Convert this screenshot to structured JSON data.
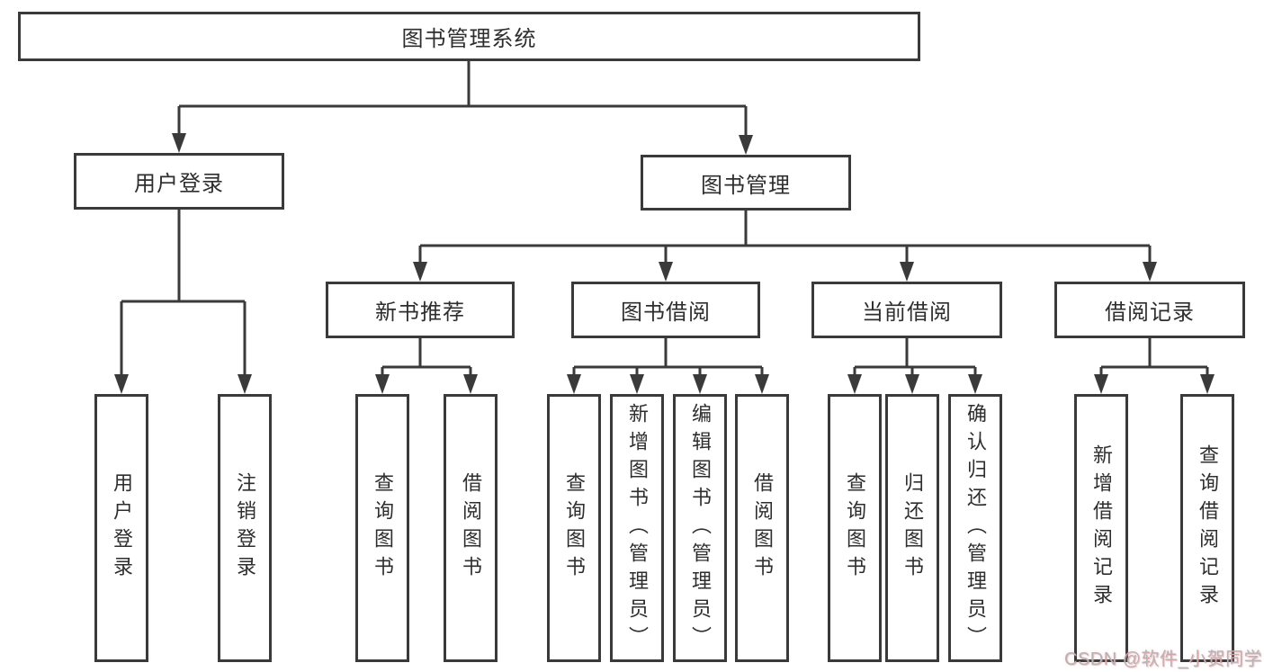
{
  "tree": {
    "root": {
      "label": "图书管理系统"
    },
    "branches": [
      {
        "label": "用户登录",
        "children": [
          {
            "label": "用户登录"
          },
          {
            "label": "注销登录"
          }
        ]
      },
      {
        "label": "图书管理",
        "children": [
          {
            "label": "新书推荐",
            "children": [
              {
                "label": "查询图书"
              },
              {
                "label": "借阅图书"
              }
            ]
          },
          {
            "label": "图书借阅",
            "children": [
              {
                "label": "查询图书"
              },
              {
                "label": "新增图书（管理员）"
              },
              {
                "label": "编辑图书（管理员）"
              },
              {
                "label": "借阅图书"
              }
            ]
          },
          {
            "label": "当前借阅",
            "children": [
              {
                "label": "查询图书"
              },
              {
                "label": "归还图书"
              },
              {
                "label": "确认归还（管理员）"
              }
            ]
          },
          {
            "label": "借阅记录",
            "children": [
              {
                "label": "新增借阅记录"
              },
              {
                "label": "查询借阅记录"
              }
            ]
          }
        ]
      }
    ]
  },
  "watermark": {
    "text": "CSDN @软件_小贺同学"
  },
  "colors": {
    "line": "#3a3a3a",
    "box_border": "#3a3a3a",
    "text": "#2e2e2e",
    "background": "#ffffff",
    "watermark_gray": "#b5b3b8",
    "watermark_tint": "#ec8080"
  }
}
